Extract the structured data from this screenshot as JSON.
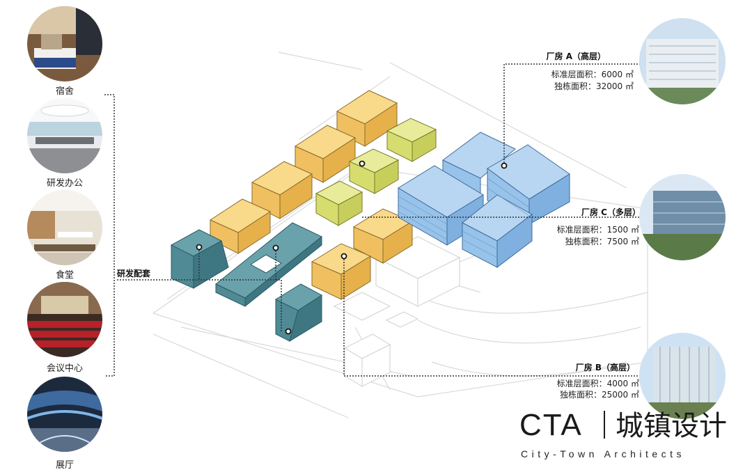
{
  "amenities": {
    "items": [
      {
        "label": "宿舍"
      },
      {
        "label": "研发办公"
      },
      {
        "label": "食堂"
      },
      {
        "label": "会议中心"
      },
      {
        "label": "展厅"
      }
    ],
    "group_label": "研发配套"
  },
  "buildings": {
    "factory_a": {
      "title": "厂房 A（高层）",
      "floor_area": "标准层面积：6000 ㎡",
      "building_area": "独栋面积：32000 ㎡"
    },
    "factory_c": {
      "title": "厂房 C（多层）",
      "floor_area": "标准层面积：1500 ㎡",
      "building_area": "独栋面积：7500 ㎡"
    },
    "factory_b": {
      "title": "厂房 B（高层）",
      "floor_area": "标准层面积：4000 ㎡",
      "building_area": "独栋面积：25000 ㎡"
    }
  },
  "logo": {
    "main": "CTA",
    "chinese": "城镇设计",
    "sub": "City-Town Architects"
  },
  "colors": {
    "teal": "#4a8a96",
    "yellow": "#f4c866",
    "blue": "#8dbbe6",
    "olive": "#d8de7a",
    "leader": "#333333"
  }
}
